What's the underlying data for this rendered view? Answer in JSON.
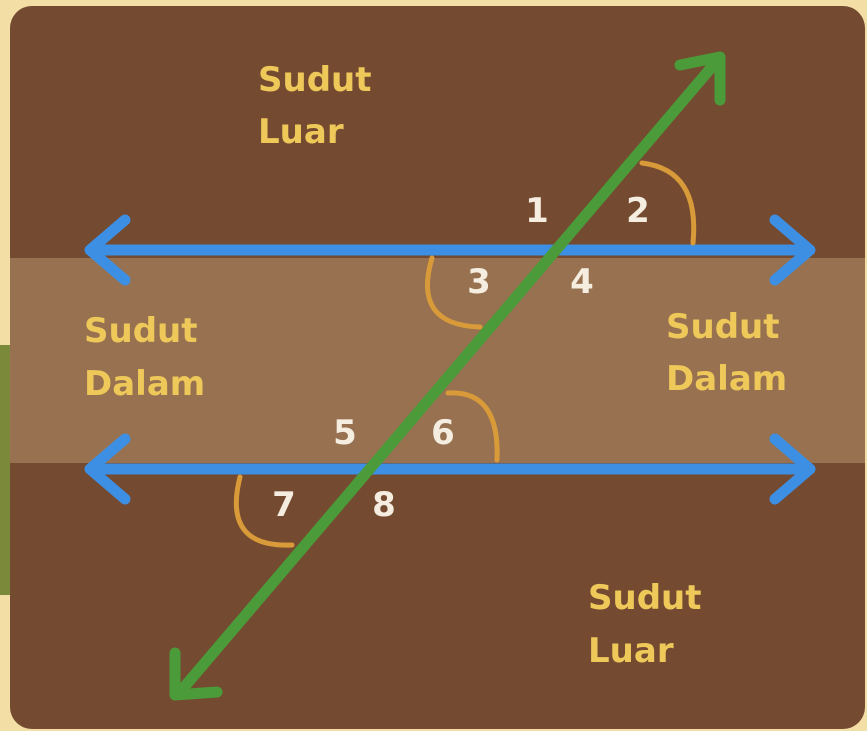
{
  "diagram": {
    "colors": {
      "background": "#f3dfa6",
      "panel": "#744a30",
      "interior_band": "#977150",
      "parallel_lines": "#3d8fe3",
      "transversal": "#4b9b3a",
      "angle_arcs": "#d99a3a",
      "region_text": "#efc85a",
      "angle_number_text": "#f4ede0"
    },
    "labels": {
      "top_exterior": {
        "line1": "Sudut",
        "line2": "Luar"
      },
      "left_interior": {
        "line1": "Sudut",
        "line2": "Dalam"
      },
      "right_interior": {
        "line1": "Sudut",
        "line2": "Dalam"
      },
      "bottom_exterior": {
        "line1": "Sudut",
        "line2": "Luar"
      }
    },
    "angles": [
      "1",
      "2",
      "3",
      "4",
      "5",
      "6",
      "7",
      "8"
    ]
  }
}
